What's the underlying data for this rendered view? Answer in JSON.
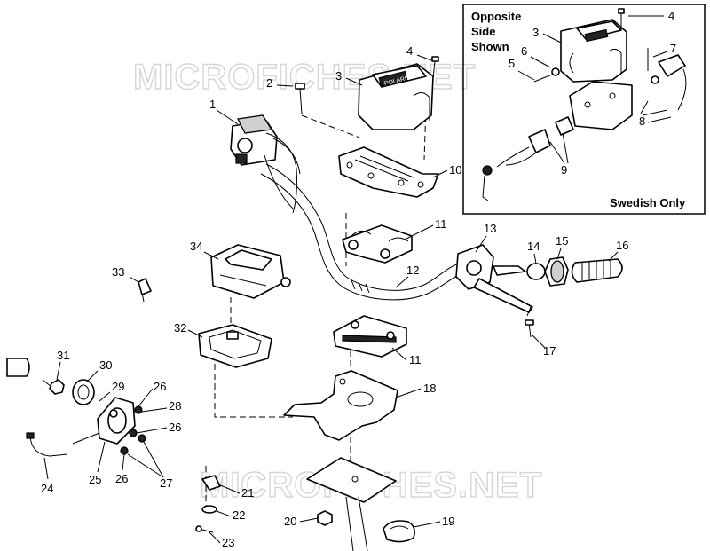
{
  "watermarks": [
    "MICROFICHES.NET",
    "MICROFICHES.NET"
  ],
  "inset": {
    "title_lines": [
      "Opposite",
      "Side",
      "Shown"
    ],
    "note": "Swedish Only",
    "labels": [
      "4",
      "3",
      "6",
      "5",
      "7",
      "8",
      "9"
    ]
  },
  "callouts": [
    "1",
    "2",
    "3",
    "4",
    "10",
    "11",
    "11",
    "12",
    "13",
    "14",
    "15",
    "16",
    "17",
    "18",
    "19",
    "20",
    "21",
    "22",
    "23",
    "24",
    "25",
    "26",
    "26",
    "26",
    "27",
    "28",
    "29",
    "30",
    "31",
    "32",
    "33",
    "34"
  ],
  "decal_text": "POLARIS"
}
